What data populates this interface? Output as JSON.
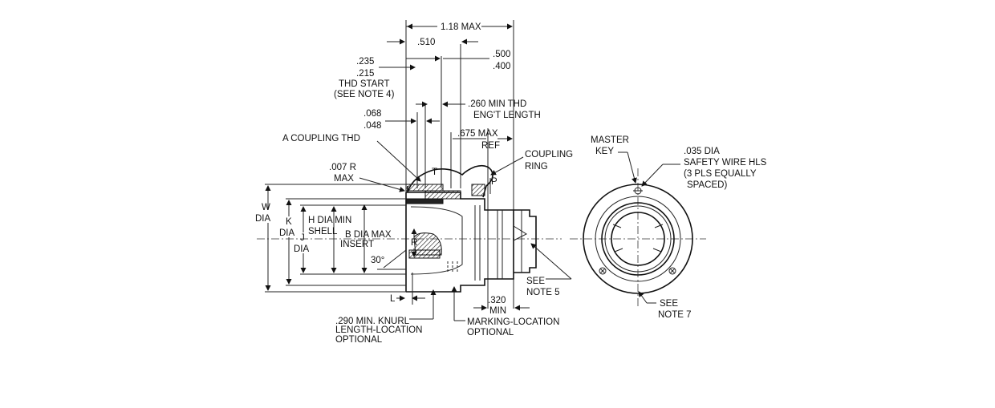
{
  "colors": {
    "ink": "#111111",
    "background": "#ffffff"
  },
  "dims": {
    "overall": "1.18 MAX",
    "d510": ".510",
    "d500": ".500",
    "d400": ".400",
    "d235": ".235",
    "d215": ".215",
    "thd_start": "THD START",
    "see_note4": "(SEE NOTE 4)",
    "min_thd_a": ".260 MIN THD",
    "min_thd_b": "ENG'T LENGTH",
    "d068": ".068",
    "d048": ".048",
    "ref675_a": ".675 MAX",
    "ref675_b": "REF",
    "a_coupling": "A COUPLING THD",
    "r007_a": ".007 R",
    "r007_b": "MAX",
    "coupling_ring_a": "COUPLING",
    "coupling_ring_b": "RING",
    "t": "T",
    "p": "P",
    "w_a": "W",
    "w_b": "DIA",
    "k_a": "K",
    "k_b": "DIA",
    "j_a": "J",
    "j_b": "DIA",
    "h_a": "H DIA MIN",
    "h_b": "SHELL",
    "b_a": "B DIA MAX",
    "b_b": "INSERT",
    "r": "R",
    "angle": "30°",
    "l": "L",
    "d320_a": ".320",
    "d320_b": "MIN",
    "see_note5_a": "SEE",
    "see_note5_b": "NOTE 5",
    "knurl_a": ".290 MIN. KNURL",
    "knurl_b": "LENGTH-LOCATION",
    "knurl_c": "OPTIONAL",
    "marking_a": "MARKING-LOCATION",
    "marking_b": "OPTIONAL",
    "master_a": "MASTER",
    "master_b": "KEY",
    "safety_a": ".035 DIA",
    "safety_b": "SAFETY WIRE HLS",
    "safety_c": "(3 PLS EQUALLY",
    "safety_d": "SPACED)",
    "note7_a": "SEE",
    "note7_b": "NOTE 7"
  }
}
